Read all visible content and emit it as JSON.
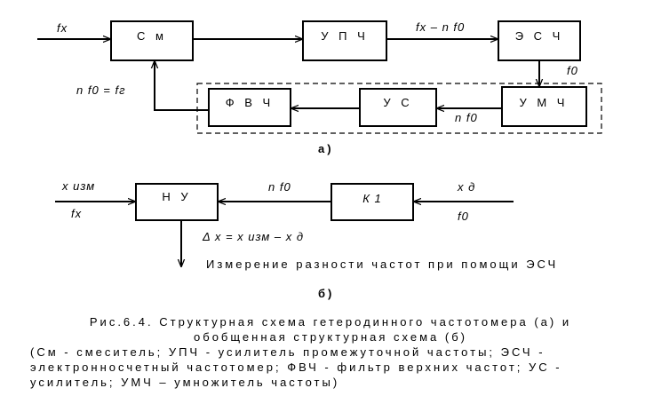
{
  "diagram_a": {
    "blocks": {
      "mixer": "С м",
      "if_amp": "У П Ч",
      "counter": "Э С Ч",
      "multiplier": "У М Ч",
      "amplifier": "У С",
      "hpf": "Ф В Ч"
    },
    "labels": {
      "input_fx": "fx",
      "mixer_out": "fx –  n f0",
      "counter_f0": "f0",
      "mult_out": "n f0",
      "feedback": "n f0  =   fг"
    },
    "sublabel": "а)"
  },
  "diagram_b": {
    "blocks": {
      "nu": "Н У",
      "k1": "К 1"
    },
    "labels": {
      "x_meas": "x изм",
      "fx": "fx",
      "nf0": "n f0",
      "xd": "x д",
      "f0": "f0",
      "delta": "Δ x  =   x изм  –   x д"
    },
    "measurement_text": "Измерение разности частот при помощи ЭСЧ",
    "sublabel": "б)"
  },
  "caption": {
    "line1": "Рис.6.4. Структурная схема гетеродинного частотомера (а) и",
    "line2": "обобщенная структурная схема (б)",
    "line3": "(См - смеситель; УПЧ - усилитель промежуточной частоты; ЭСЧ -",
    "line4": "электронносчетный частотомер; ФВЧ - фильтр верхних частот; УС -",
    "line5": "усилитель; УМЧ – умножитель частоты)"
  }
}
